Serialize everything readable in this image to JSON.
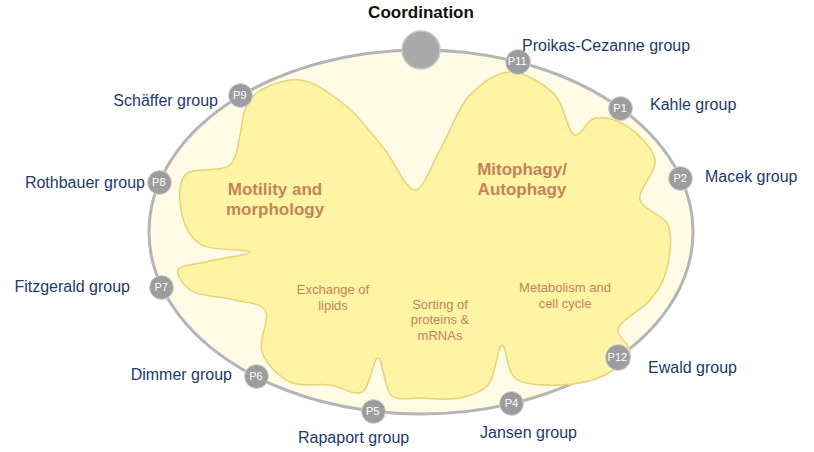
{
  "diagram": {
    "title": "Coordination",
    "nodes": [
      {
        "text": [
          "Motility and morphology",
          "Mitophagy/ Autophagy",
          "Exchange of lipids",
          "Sorting of proteins & mRNAs",
          "Metabolism and cell cycle"
        ]
      },
      {
        "text": [
          "P1"
        ]
      },
      {
        "text": [
          "P2"
        ]
      },
      {
        "text": [
          "P4"
        ]
      },
      {
        "text": [
          "P5"
        ]
      },
      {
        "text": [
          "P6"
        ]
      },
      {
        "text": [
          "P7"
        ]
      },
      {
        "text": [
          "P8"
        ]
      },
      {
        "text": [
          "P9"
        ]
      },
      {
        "text": [
          "P11"
        ]
      },
      {
        "text": [
          "P12"
        ]
      }
    ],
    "labels": [
      "Kahle group",
      "Macek group",
      "Jansen group",
      "Rapaport group",
      "Dimmer group",
      "Fitzgerald group",
      "Rothbauer group",
      "Schäffer group",
      "Proikas-Cezanne group",
      "Ewald group"
    ]
  }
}
